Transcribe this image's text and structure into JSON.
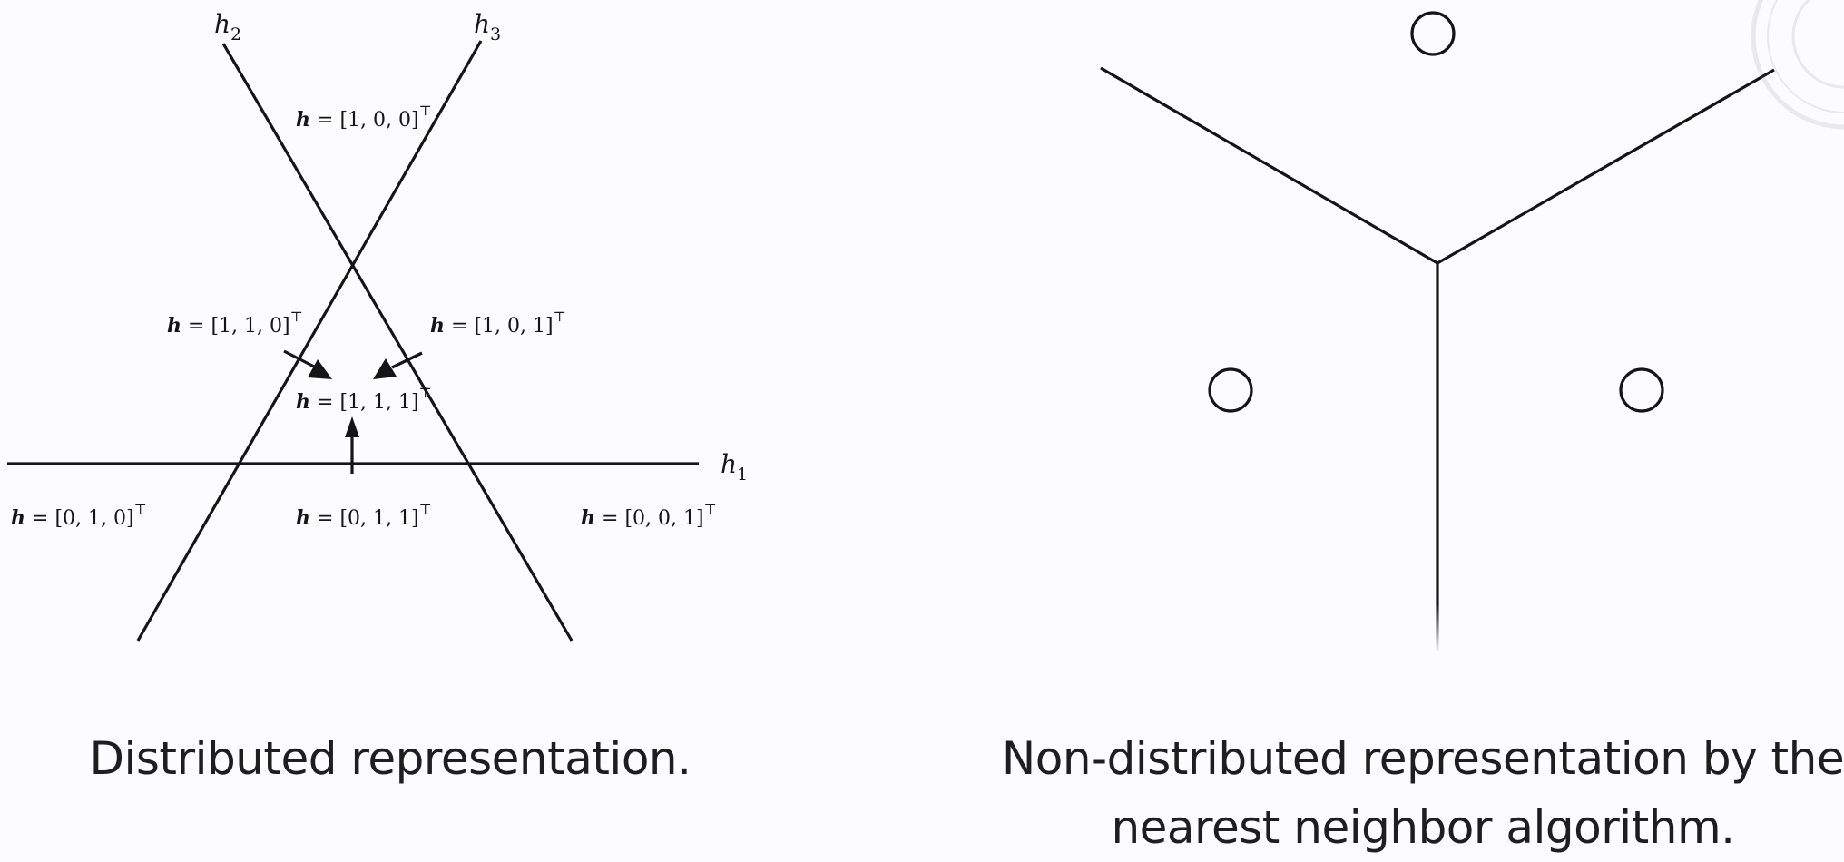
{
  "left_diagram": {
    "line_labels": {
      "h1": "h",
      "h1_sub": "1",
      "h2": "h",
      "h2_sub": "2",
      "h3": "h",
      "h3_sub": "3"
    },
    "regions": [
      {
        "id": "r100",
        "vector": "[1, 0, 0]"
      },
      {
        "id": "r110",
        "vector": "[1, 1, 0]"
      },
      {
        "id": "r101",
        "vector": "[1, 0, 1]"
      },
      {
        "id": "r111",
        "vector": "[1, 1, 1]"
      },
      {
        "id": "r010",
        "vector": "[0, 1, 0]"
      },
      {
        "id": "r011",
        "vector": "[0, 1, 1]"
      },
      {
        "id": "r001",
        "vector": "[0, 0, 1]"
      }
    ],
    "region_prefix": "h",
    "equals": "=",
    "transpose": "⊤"
  },
  "right_diagram": {
    "prototypes": 3
  },
  "captions": {
    "left": "Distributed representation.",
    "right": "Non-distributed representation by the nearest neighbor algorithm."
  },
  "colors": {
    "ink": "#151515",
    "background": "#fcfcfe"
  }
}
